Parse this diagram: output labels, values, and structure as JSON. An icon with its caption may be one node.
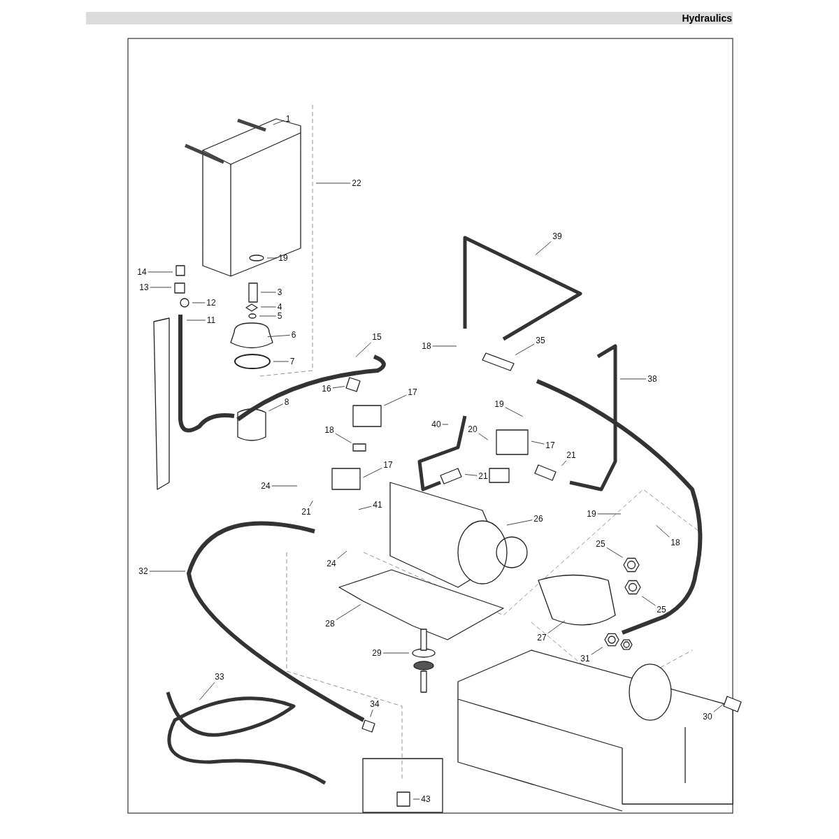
{
  "diagram": {
    "title": "Hydraulics",
    "nodes": [
      {
        "text": [
          "1"
        ]
      },
      {
        "text": [
          "22"
        ]
      },
      {
        "text": [
          "39"
        ]
      },
      {
        "text": [
          "19"
        ]
      },
      {
        "text": [
          "14"
        ]
      },
      {
        "text": [
          "13"
        ]
      },
      {
        "text": [
          "3"
        ]
      },
      {
        "text": [
          "12"
        ]
      },
      {
        "text": [
          "4"
        ]
      },
      {
        "text": [
          "5"
        ]
      },
      {
        "text": [
          "11"
        ]
      },
      {
        "text": [
          "6"
        ]
      },
      {
        "text": [
          "15"
        ]
      },
      {
        "text": [
          "35"
        ]
      },
      {
        "text": [
          "18"
        ]
      },
      {
        "text": [
          "7"
        ]
      },
      {
        "text": [
          "38"
        ]
      },
      {
        "text": [
          "16"
        ]
      },
      {
        "text": [
          "17"
        ]
      },
      {
        "text": [
          "8"
        ]
      },
      {
        "text": [
          "19"
        ]
      },
      {
        "text": [
          "40"
        ]
      },
      {
        "text": [
          "20"
        ]
      },
      {
        "text": [
          "18"
        ]
      },
      {
        "text": [
          "17"
        ]
      },
      {
        "text": [
          "21"
        ]
      },
      {
        "text": [
          "17"
        ]
      },
      {
        "text": [
          "21"
        ]
      },
      {
        "text": [
          "24"
        ]
      },
      {
        "text": [
          "41"
        ]
      },
      {
        "text": [
          "21"
        ]
      },
      {
        "text": [
          "19"
        ]
      },
      {
        "text": [
          "26"
        ]
      },
      {
        "text": [
          "18"
        ]
      },
      {
        "text": [
          "25"
        ]
      },
      {
        "text": [
          "24"
        ]
      },
      {
        "text": [
          "32"
        ]
      },
      {
        "text": [
          "25"
        ]
      },
      {
        "text": [
          "28"
        ]
      },
      {
        "text": [
          "27"
        ]
      },
      {
        "text": [
          "29"
        ]
      },
      {
        "text": [
          "31"
        ]
      },
      {
        "text": [
          "33"
        ]
      },
      {
        "text": [
          "34"
        ]
      },
      {
        "text": [
          "30"
        ]
      },
      {
        "text": [
          "43"
        ]
      }
    ],
    "edges": [
      {
        "from": 0,
        "to": null,
        "arrow": "none"
      },
      {
        "from": 1,
        "to": null,
        "arrow": "none"
      },
      {
        "from": 2,
        "to": null,
        "arrow": "none"
      },
      {
        "from": 3,
        "to": null,
        "arrow": "none"
      },
      {
        "from": 4,
        "to": null,
        "arrow": "none"
      },
      {
        "from": 5,
        "to": null,
        "arrow": "none"
      },
      {
        "from": 6,
        "to": null,
        "arrow": "none"
      },
      {
        "from": 7,
        "to": null,
        "arrow": "none"
      },
      {
        "from": 8,
        "to": null,
        "arrow": "none"
      },
      {
        "from": 9,
        "to": null,
        "arrow": "none"
      },
      {
        "from": 10,
        "to": null,
        "arrow": "none"
      },
      {
        "from": 11,
        "to": null,
        "arrow": "none"
      },
      {
        "from": 12,
        "to": null,
        "arrow": "none"
      },
      {
        "from": 13,
        "to": null,
        "arrow": "none"
      },
      {
        "from": 14,
        "to": null,
        "arrow": "none"
      },
      {
        "from": 15,
        "to": null,
        "arrow": "none"
      },
      {
        "from": 16,
        "to": null,
        "arrow": "none"
      },
      {
        "from": 17,
        "to": null,
        "arrow": "none"
      },
      {
        "from": 18,
        "to": null,
        "arrow": "none"
      },
      {
        "from": 19,
        "to": null,
        "arrow": "none"
      },
      {
        "from": 20,
        "to": null,
        "arrow": "none"
      },
      {
        "from": 21,
        "to": null,
        "arrow": "none"
      },
      {
        "from": 22,
        "to": null,
        "arrow": "none"
      },
      {
        "from": 23,
        "to": null,
        "arrow": "none"
      },
      {
        "from": 24,
        "to": null,
        "arrow": "none"
      },
      {
        "from": 25,
        "to": null,
        "arrow": "none"
      },
      {
        "from": 26,
        "to": null,
        "arrow": "none"
      },
      {
        "from": 27,
        "to": null,
        "arrow": "none"
      },
      {
        "from": 28,
        "to": null,
        "arrow": "none"
      },
      {
        "from": 29,
        "to": null,
        "arrow": "none"
      },
      {
        "from": 30,
        "to": null,
        "arrow": "none"
      },
      {
        "from": 31,
        "to": null,
        "arrow": "none"
      },
      {
        "from": 32,
        "to": null,
        "arrow": "none"
      },
      {
        "from": 33,
        "to": null,
        "arrow": "none"
      },
      {
        "from": 34,
        "to": null,
        "arrow": "none"
      },
      {
        "from": 35,
        "to": null,
        "arrow": "none"
      },
      {
        "from": 36,
        "to": null,
        "arrow": "none"
      },
      {
        "from": 37,
        "to": null,
        "arrow": "none"
      },
      {
        "from": 38,
        "to": null,
        "arrow": "none"
      },
      {
        "from": 39,
        "to": null,
        "arrow": "none"
      },
      {
        "from": 40,
        "to": null,
        "arrow": "none"
      },
      {
        "from": 41,
        "to": null,
        "arrow": "none"
      },
      {
        "from": 42,
        "to": null,
        "arrow": "none"
      },
      {
        "from": 43,
        "to": null,
        "arrow": "none"
      },
      {
        "from": 44,
        "to": null,
        "arrow": "none"
      },
      {
        "from": 45,
        "to": null,
        "arrow": "none"
      }
    ]
  }
}
